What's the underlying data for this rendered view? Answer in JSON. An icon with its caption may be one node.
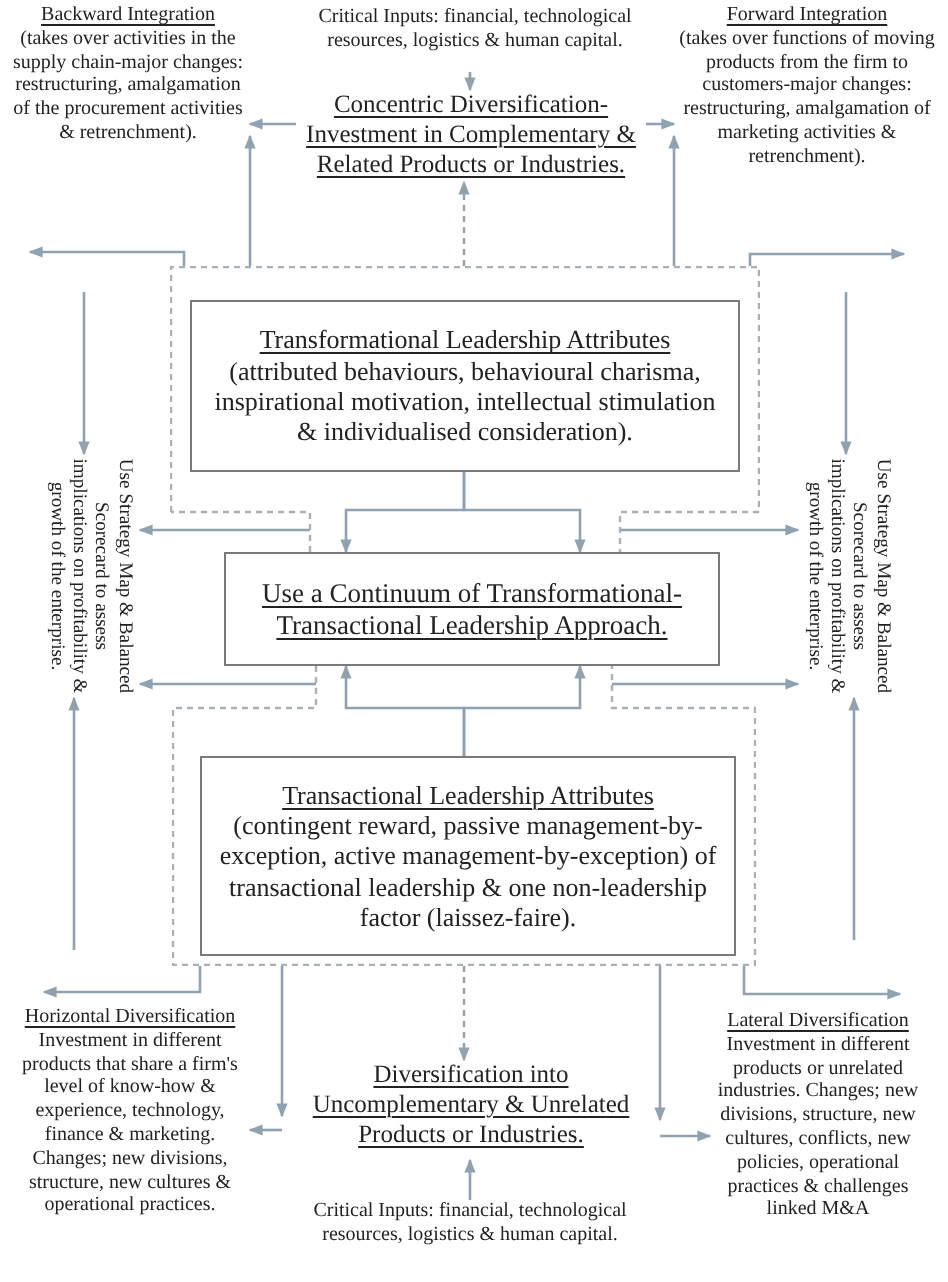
{
  "diagram": {
    "nodes": [
      {
        "text": [
          "Backward Integration",
          "(takes over activities in the supply chain-major changes: restructuring, amalgamation of the procurement activities & retrenchment)."
        ]
      },
      {
        "text": [
          "Critical Inputs: financial, technological resources, logistics & human capital."
        ]
      },
      {
        "text": [
          "Concentric Diversification-Investment in Complementary & Related Products or Industries."
        ]
      },
      {
        "text": [
          "Forward Integration",
          "(takes over functions of moving products from the firm to customers-major changes: restructuring, amalgamation of marketing activities & retrenchment)."
        ]
      },
      {
        "text": [],
        "shape": "box"
      },
      {
        "text": [
          "Transformational Leadership Attributes",
          "(attributed behaviours, behavioural charisma, inspirational motivation, intellectual stimulation & individualised consideration)."
        ],
        "in": 4
      },
      {
        "text": [
          "Use a Continuum of Transformational-Transactional Leadership Approach."
        ]
      },
      {
        "text": [],
        "shape": "box"
      },
      {
        "text": [
          "Transactional Leadership Attributes",
          "(contingent reward, passive management-by-exception, active management-by-exception) of transactional leadership & one non-leadership factor (laissez-faire)."
        ],
        "in": 7
      },
      {
        "text": [
          "Use Strategy Map & Balanced Scorecard to assess implications on profitability & growth of the enterprise."
        ]
      },
      {
        "text": [
          "Use Strategy Map & Balanced Scorecard to assess implications on profitability & growth of the enterprise."
        ]
      },
      {
        "text": [
          "Horizontal Diversification",
          "Investment in different products that share a firm's level of know-how & experience, technology, finance & marketing. Changes; new divisions, structure, new cultures & operational practices."
        ]
      },
      {
        "text": [
          "Diversification into Uncomplementary & Unrelated Products or Industries."
        ]
      },
      {
        "text": [
          "Critical Inputs: financial, technological resources, logistics & human capital."
        ]
      },
      {
        "text": [
          "Lateral Diversification",
          "Investment in different products or unrelated industries. Changes; new divisions, structure, new cultures, conflicts, new policies, operational practices & challenges linked M&A"
        ]
      }
    ],
    "edges": [
      {
        "from": 1,
        "to": 2,
        "arrow": "to"
      },
      {
        "from": 2,
        "to": 0,
        "arrow": "to"
      },
      {
        "from": 2,
        "to": 3,
        "arrow": "to"
      },
      {
        "from": 4,
        "to": 2,
        "arrow": "to",
        "style": "dashed"
      },
      {
        "from": 4,
        "to": 0,
        "arrow": "to"
      },
      {
        "from": 4,
        "to": 3,
        "arrow": "to"
      },
      {
        "from": 4,
        "to": null,
        "arrow": "to"
      },
      {
        "from": 4,
        "to": null,
        "arrow": "to"
      },
      {
        "from": null,
        "to": 9,
        "arrow": "to"
      },
      {
        "from": null,
        "to": 10,
        "arrow": "to"
      },
      {
        "from": 5,
        "to": 6,
        "arrow": "to"
      },
      {
        "from": 5,
        "to": 6,
        "arrow": "to"
      },
      {
        "from": 4,
        "to": 9,
        "arrow": "to"
      },
      {
        "from": 4,
        "to": 10,
        "arrow": "to"
      },
      {
        "from": 8,
        "to": 6,
        "arrow": "to"
      },
      {
        "from": 8,
        "to": 6,
        "arrow": "to"
      },
      {
        "from": 7,
        "to": 9,
        "arrow": "to"
      },
      {
        "from": 7,
        "to": 10,
        "arrow": "to"
      },
      {
        "from": null,
        "to": 9,
        "arrow": "to"
      },
      {
        "from": null,
        "to": 10,
        "arrow": "to"
      },
      {
        "from": 7,
        "to": 11,
        "arrow": "to"
      },
      {
        "from": 7,
        "to": 14,
        "arrow": "to"
      },
      {
        "from": 7,
        "to": 12,
        "arrow": "to"
      },
      {
        "from": 7,
        "to": 12,
        "arrow": "to"
      },
      {
        "from": 7,
        "to": 12,
        "arrow": "to",
        "style": "dashed"
      },
      {
        "from": 12,
        "to": 11,
        "arrow": "to"
      },
      {
        "from": 12,
        "to": 14,
        "arrow": "to"
      },
      {
        "from": 13,
        "to": 12,
        "arrow": "to"
      }
    ]
  }
}
